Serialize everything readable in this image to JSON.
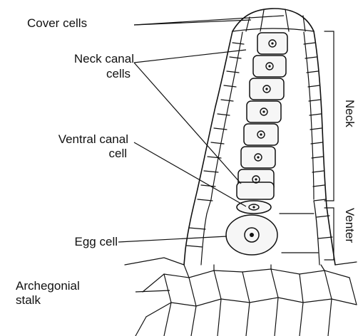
{
  "labels": {
    "cover_cells": "Cover cells",
    "neck_canal_line1": "Neck canal",
    "neck_canal_line2": "cells",
    "ventral_canal_line1": "Ventral canal",
    "ventral_canal_line2": "cell",
    "egg_cell": "Egg cell",
    "archegonial_line1": "Archegonial",
    "archegonial_line2": "stalk",
    "neck": "Neck",
    "venter": "Venter"
  },
  "colors": {
    "ink": "#111111",
    "background": "#ffffff"
  }
}
